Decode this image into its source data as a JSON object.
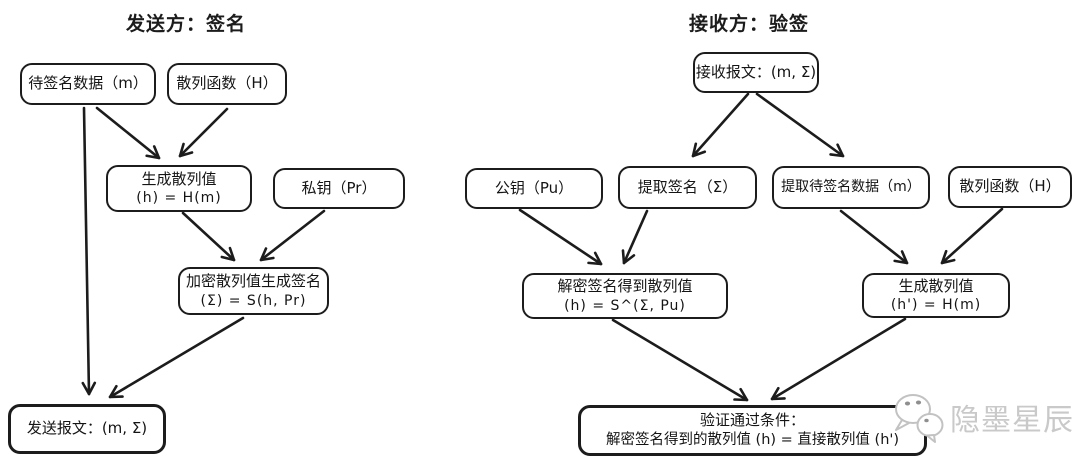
{
  "page": {
    "background_color": "#ffffff",
    "ink_color": "#1c1c1c",
    "watermark_color": "#c9c9c9"
  },
  "left_flow": {
    "title": "发送方：签名",
    "nodes": {
      "data_to_sign": {
        "label": "待签名数据（m）"
      },
      "hash_function": {
        "label": "散列函数（H）"
      },
      "gen_hash": {
        "line1": "生成散列值",
        "line2": "(h) = H(m)"
      },
      "private_key": {
        "label": "私钥（Pr）"
      },
      "encrypt_sign": {
        "line1": "加密散列值生成签名",
        "line2": "(Σ) = S(h, Pr)"
      },
      "send_message": {
        "label": "发送报文：(m, Σ)"
      }
    }
  },
  "right_flow": {
    "title": "接收方：验签",
    "nodes": {
      "receive_message": {
        "label": "接收报文：(m, Σ)"
      },
      "public_key": {
        "label": "公钥（Pu）"
      },
      "extract_signature": {
        "label": "提取签名（Σ）"
      },
      "extract_data": {
        "label": "提取待签名数据（m）"
      },
      "hash_function": {
        "label": "散列函数（H）"
      },
      "decrypt_signature": {
        "line1": "解密签名得到散列值",
        "line2": "(h) = S^(Σ, Pu)"
      },
      "gen_hash": {
        "line1": "生成散列值",
        "line2": "(h') = H(m)"
      },
      "verify_condition": {
        "line1": "验证通过条件：",
        "line2": "解密签名得到的散列值 (h)  =  直接散列值 (h')"
      }
    }
  },
  "watermark": {
    "text": "隐墨星辰",
    "icon": "chat-bubbles-icon"
  }
}
